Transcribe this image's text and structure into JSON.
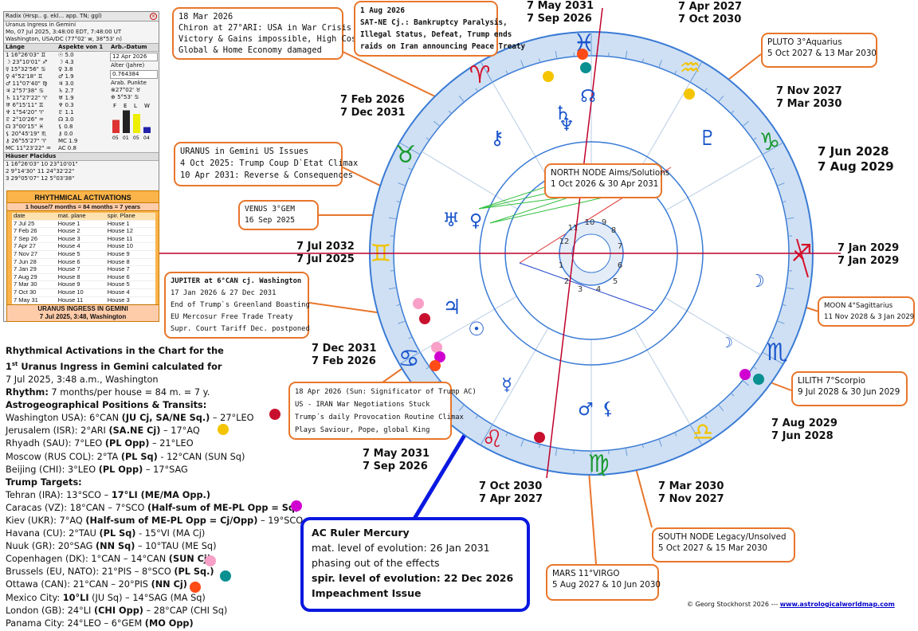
{
  "panel": {
    "title": "Radix (Hrsp.. g. ekl... app. TN; ggl)",
    "line1": "Uranus Ingress in Gemini",
    "line2": "Mo, 07 Jul 2025, 3:48:00 EDT, 7:48:00 UT",
    "line3": "Washington, USA/DC (77°02' w, 38°53' n)",
    "col_headers": [
      "Länge",
      "Aspekte von 1",
      "Arb.-Datum"
    ],
    "date_value": "12 Apr 2026",
    "age_label": "Alter (Jahre)",
    "age_value": "0.764384",
    "arab_label": "Arab. Punkte",
    "arab_lines": [
      "⊗27°02' ♉",
      "⊕ 5°53' ♋"
    ],
    "planets": [
      [
        "1 16°26'03\" ♊",
        "☉ 5.0"
      ],
      [
        "☽ 23°10'01\" ♐",
        "☽ 4.3"
      ],
      [
        "☿ 15°32'56\" ♋",
        "♀ 3.8"
      ],
      [
        "♀  4°52'18\" ♊",
        "♂ 1.9"
      ],
      [
        "♂ 11°07'40\" ♍",
        "♃ 3.0"
      ],
      [
        "♃  2°57'38\" ♋",
        "♄ 2.7"
      ],
      [
        "♄ 11°27'22\" ♈",
        "♅ 1.9"
      ],
      [
        "♅  6°15'11\" ♊",
        "♆ 0.3"
      ],
      [
        "♆  1°54'20\" ♈",
        "♇ 1.1"
      ],
      [
        "♇  2°10'26\" ♒",
        "☊ 3.0"
      ],
      [
        "☊  3°00'15\" ♓",
        "⚸ 0.8"
      ],
      [
        "⚸ 20°45'19\" ♏",
        "⚷ 0.0"
      ],
      [
        "⚷ 26°55'27\" ♈",
        "MC 1.9"
      ],
      [
        "MC 11°23'22\" ♒",
        "AC 0.8"
      ]
    ],
    "houses_title": "Häuser Placidus",
    "houses": [
      "1 16°26'03\"  10 23°10'01\"",
      "2  9°14'30\"  11 24°32'22\"",
      "3 29°05'07\"  12  5°03'38\""
    ],
    "bar_labels": [
      "05",
      "01",
      "05",
      "04"
    ],
    "bar_heights": [
      0.55,
      0.95,
      0.8,
      0.25
    ],
    "bar_colors": [
      "#d33",
      "#222",
      "#ee0",
      "#22a"
    ],
    "bar_letters": [
      "F",
      "E",
      "L",
      "W"
    ]
  },
  "rhythm": {
    "title": "RHYTHMICAL ACTIVATIONS",
    "subtitle": "1 house/7 months = 84 months = 7 years",
    "headers": [
      "date",
      "mat. plane",
      "spir. Plane"
    ],
    "rows": [
      [
        "7 Jul 25",
        "House 1",
        "House 1"
      ],
      [
        "7 Feb 26",
        "House 2",
        "House 12"
      ],
      [
        "7 Sep 26",
        "House 3",
        "House 11"
      ],
      [
        "7 Apr 27",
        "House 4",
        "House 10"
      ],
      [
        "7 Nov 27",
        "House 5",
        "House 9"
      ],
      [
        "7 Jun 28",
        "House 6",
        "House 8"
      ],
      [
        "7 Jan 29",
        "House 7",
        "House 7"
      ],
      [
        "7 Aug 29",
        "House 8",
        "House 6"
      ],
      [
        "7 Mar 30",
        "House 9",
        "House 5"
      ],
      [
        "7 Oct 30",
        "House 10",
        "House 4"
      ],
      [
        "7 May 31",
        "House 11",
        "House 3"
      ],
      [
        "7 Dec 31",
        "House 12",
        "House 2"
      ],
      [
        "7 Jul 32",
        "House 1",
        "House 1"
      ]
    ],
    "footer1": "URANUS INGRESS IN GEMINI",
    "footer2": "7 Jul 2025, 3:48, Washington"
  },
  "left_text": {
    "title1": "Rhythmical Activations in the Chart for the",
    "title2_pre": "1",
    "title2_sup": "st",
    "title2_post": " Uranus Ingress in Gemini calculated for",
    "line3": "7 Jul 2025, 3:48 a.m., Washington",
    "rhythm_label": "Rhythm:",
    "rhythm_value": " 7 months/per house = 84 m. = 7 y.",
    "astro_heading": "Astrogeographical Positions & Transits:",
    "lines": [
      [
        "Washington USA): 6°CAN ",
        "(JU Cj, SA/NE Sq.)",
        " – 27°LEO"
      ],
      [
        "Jerusalem (ISR):  2°ARI ",
        "(SA.NE Cj)",
        " – 17°AQ"
      ],
      [
        "Rhyadh (SAU):  7°LEO ",
        "(PL Opp)",
        " – 21°LEO"
      ],
      [
        "Moscow (RUS COL): 2°TA ",
        "(PL Sq)",
        " - 12°CAN (SUN Sq)"
      ],
      [
        "Beijing (CHI):  3°LEO ",
        "(PL Opp)",
        " – 17°SAG"
      ]
    ],
    "targets_heading": "Trump Targets:",
    "targets": [
      [
        "Tehran (IRA):  13°SCO – ",
        "17°LI (ME/MA Opp.)",
        ""
      ],
      [
        "Caracas (VZ):  18°CAN – 7°SCO ",
        "(Half-sum of ME-PL Opp = Sq)",
        ""
      ],
      [
        "Kiev (UKR): 7°AQ ",
        "(Half-sum of ME-PL Opp = Cj/Opp)",
        " – 19°SCO"
      ],
      [
        "Havana (CU):  2°TAU ",
        "(PL Sq)",
        " - 15°VI (MA Cj)"
      ],
      [
        "Nuuk (GR):  20°SAG ",
        "(NN Sq)",
        " – 10°TAU (ME Sq)"
      ],
      [
        "Copenhagen (DK): 1°CAN – 14°CAN ",
        "(SUN Cj)",
        ""
      ],
      [
        "Brussels (EU, NATO): 21°PIS – 8°SCO ",
        "(PL Sq.)",
        ""
      ],
      [
        "Ottawa (CAN): 21°CAN – 20°PIS ",
        "(NN Cj)",
        ""
      ],
      [
        "Mexico City: ",
        "10°LI",
        " (JU Sq) – 14°SAG (MA Sq)"
      ],
      [
        "London (GB):  24°LI ",
        "(CHI Opp)",
        " – 28°CAP (CHI Sq)"
      ],
      [
        "Panama City:  24°LEO – 6°GEM ",
        "(MO Opp)",
        ""
      ]
    ]
  },
  "boxes": {
    "chiron": [
      "18 Mar 2026",
      "Chiron at 27°ARI: USA in War Crisis",
      "Victory & Gains impossible, High Costs",
      "Global & Home Economy damaged"
    ],
    "satne": [
      "1 Aug 2026",
      "SAT-NE Cj.: Bankruptcy Paralysis,",
      "Illegal Status, Defeat, Trump ends",
      "raids on Iran announcing Peace Treaty"
    ],
    "pluto": [
      "PLUTO 3°Aquarius",
      "5 Oct 2027 & 13 Mar 2030"
    ],
    "uranus": [
      "URANUS in Gemini US Issues",
      "4 Oct 2025: Trump Coup D`Etat Climax",
      "10 Apr 2031: Reverse & Consequences"
    ],
    "northnode": [
      "NORTH NODE Aims/Solutions",
      "1 Oct 2026 & 30 Apr 2031"
    ],
    "venus": [
      "VENUS 3°GEM",
      "16 Sep 2025"
    ],
    "jupiter": [
      "JUPITER at 6°CAN cj. Washington",
      "17 Jan 2026 & 27 Dec 2031",
      "End of Trump`s Greenland Boasting",
      "EU Mercosur Free Trade Treaty",
      "Supr. Court Tariff Dec. postponed"
    ],
    "moon": [
      "MOON 4°Sagittarius",
      "11 Nov 2028 &  3 Jan 2029"
    ],
    "sun": [
      "18 Apr 2026 (Sun: Significator of Trump AC)",
      "US - IRAN War Negotiations Stuck",
      "Trump´s daily Provocation Routine Climax",
      "Plays Saviour, Pope, global King"
    ],
    "lilith": [
      "LILITH 7°Scorpio",
      "9 Jul 2028 & 30 Jun 2029"
    ],
    "southnode": [
      "SOUTH NODE Legacy/Unsolved",
      "5 Oct 2027 & 15 Mar 2030"
    ],
    "mars": [
      "MARS 11°VIRGO",
      "5 Aug 2027 & 10 Jun 2030"
    ]
  },
  "blue": {
    "l1": "AC Ruler Mercury",
    "l2": "mat. level of evolution:  26 Jan 2031",
    "l3": "phasing out of the effects",
    "l4": "spir. level of evolution: 22 Dec 2026",
    "l5": " Impeachment Issue"
  },
  "date_labels": {
    "top1": [
      "7 May 2031",
      "7 Sep 2026"
    ],
    "top2": [
      "7 Apr 2027",
      "7 Oct 2030"
    ],
    "left1": [
      "7 Feb 2026",
      "7 Dec 2031"
    ],
    "right1": [
      "7 Nov 2027",
      "7 Mar 2030"
    ],
    "right2": [
      "7 Jun 2028",
      "7 Aug 2029"
    ],
    "asc": [
      "7 Jul 2032",
      "7 Jul 2025"
    ],
    "dsc": [
      "7  Jan 2029",
      "7  Jan 2029"
    ],
    "left2": [
      "7 Dec 2031",
      "7 Feb 2026"
    ],
    "bot1": [
      "7 May 2031",
      "7 Sep 2026"
    ],
    "bot2": [
      "7 Oct 2030",
      "7 Apr 2027"
    ],
    "bot3": [
      "7 Mar 2030",
      "7 Nov 2027"
    ],
    "right3": [
      "7 Aug 2029",
      "7 Jun 2028"
    ]
  },
  "house_numbers": [
    "1",
    "2",
    "3",
    "4",
    "5",
    "6",
    "7",
    "8",
    "9",
    "10",
    "11",
    "12"
  ],
  "copyright": "© Georg Stockhorst 2026 ---",
  "website": "www.astrologicalworldmap.com",
  "colors": {
    "orange": "#e8762b",
    "ring": "#cfe0f4",
    "blue_box": "#0a18e0",
    "red_axis": "#c0002a",
    "green_aspect": "#2fbf3a"
  }
}
